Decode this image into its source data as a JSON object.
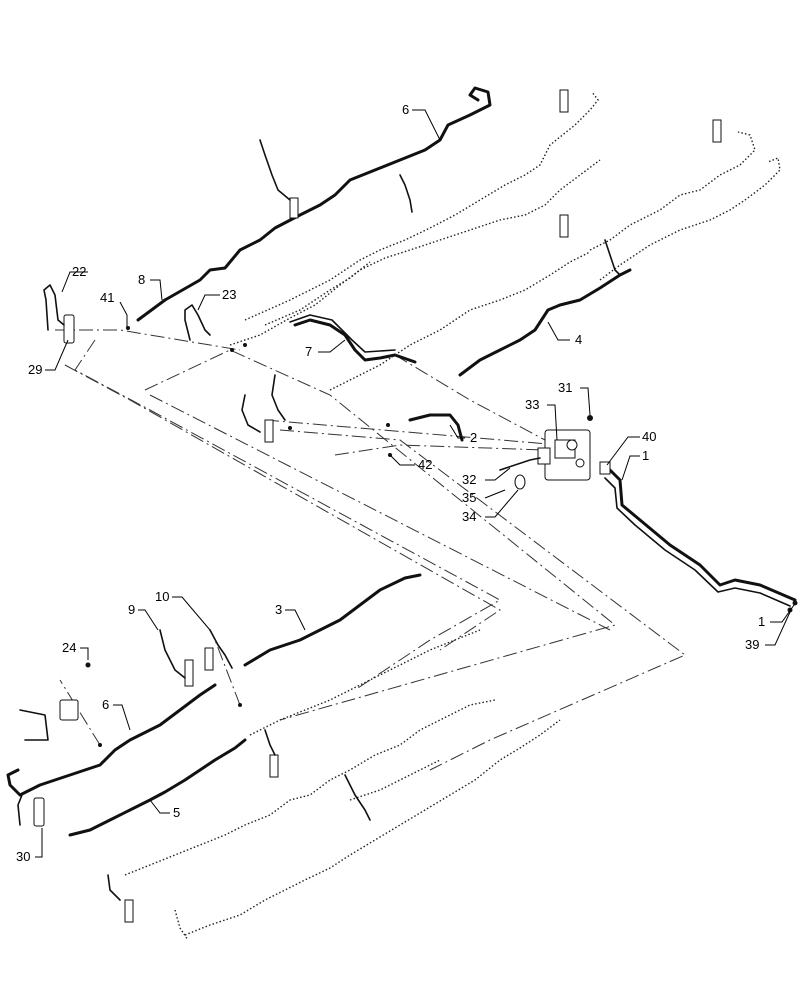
{
  "diagram": {
    "callouts": [
      {
        "id": "c6a",
        "text": "6"
      },
      {
        "id": "c22",
        "text": "22"
      },
      {
        "id": "c8",
        "text": "8"
      },
      {
        "id": "c41",
        "text": "41"
      },
      {
        "id": "c23",
        "text": "23"
      },
      {
        "id": "c29",
        "text": "29"
      },
      {
        "id": "c7",
        "text": "7"
      },
      {
        "id": "c4",
        "text": "4"
      },
      {
        "id": "c31",
        "text": "31"
      },
      {
        "id": "c33",
        "text": "33"
      },
      {
        "id": "c2",
        "text": "2"
      },
      {
        "id": "c42",
        "text": "42"
      },
      {
        "id": "c40",
        "text": "40"
      },
      {
        "id": "c1a",
        "text": "1"
      },
      {
        "id": "c32",
        "text": "32"
      },
      {
        "id": "c35",
        "text": "35"
      },
      {
        "id": "c34",
        "text": "34"
      },
      {
        "id": "c10",
        "text": "10"
      },
      {
        "id": "c9",
        "text": "9"
      },
      {
        "id": "c3",
        "text": "3"
      },
      {
        "id": "c24",
        "text": "24"
      },
      {
        "id": "c6b",
        "text": "6"
      },
      {
        "id": "c5",
        "text": "5"
      },
      {
        "id": "c30",
        "text": "30"
      },
      {
        "id": "c1b",
        "text": "1"
      },
      {
        "id": "c39",
        "text": "39"
      }
    ]
  }
}
